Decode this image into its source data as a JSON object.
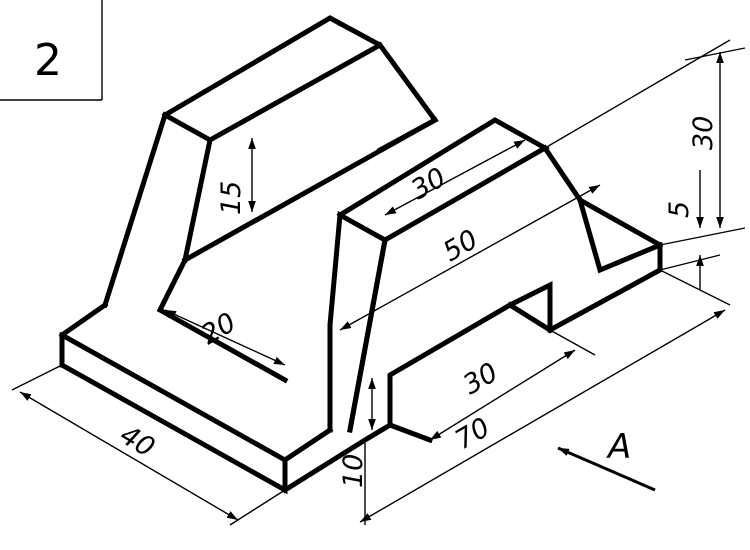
{
  "sheet": {
    "number": "2"
  },
  "dimensions": {
    "d40": "40",
    "d20": "20",
    "d15": "15",
    "d30_top": "30",
    "d50": "50",
    "d30_right": "30",
    "d5": "5",
    "d30_slot": "30",
    "d70": "70",
    "d10": "10"
  },
  "view": {
    "label": "A"
  },
  "colors": {
    "ink": "#000000",
    "paper": "#ffffff"
  }
}
